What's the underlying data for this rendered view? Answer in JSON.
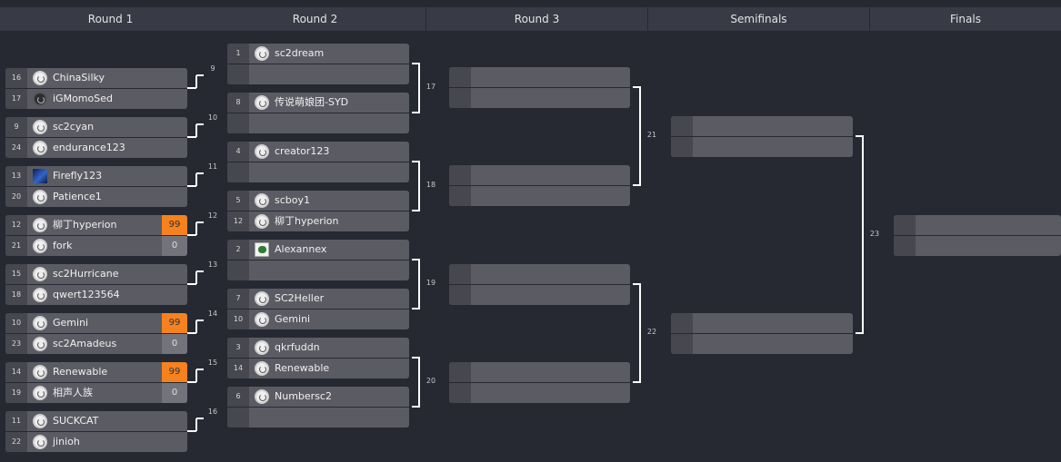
{
  "rounds": [
    "Round 1",
    "Round 2",
    "Round 3",
    "Semifinals",
    "Finals"
  ],
  "round1": [
    {
      "label": "9",
      "p1": {
        "seed": "16",
        "name": "ChinaSilky",
        "icon": "sc2-emblem-icon"
      },
      "p2": {
        "seed": "17",
        "name": "iGMomoSed",
        "icon": "team-logo-icon"
      }
    },
    {
      "label": "10",
      "p1": {
        "seed": "9",
        "name": "sc2cyan",
        "icon": "sc2-emblem-icon"
      },
      "p2": {
        "seed": "24",
        "name": "endurance123",
        "icon": "sc2-emblem-icon"
      }
    },
    {
      "label": "11",
      "p1": {
        "seed": "13",
        "name": "Firefly123",
        "icon": "avatar-icon"
      },
      "p2": {
        "seed": "20",
        "name": "Patience1",
        "icon": "sc2-emblem-icon"
      }
    },
    {
      "label": "12",
      "p1": {
        "seed": "12",
        "name": "柳丁hyperion",
        "icon": "sc2-emblem-icon",
        "score": "99",
        "win": true
      },
      "p2": {
        "seed": "21",
        "name": "fork",
        "icon": "sc2-emblem-icon",
        "score": "0"
      }
    },
    {
      "label": "13",
      "p1": {
        "seed": "15",
        "name": "sc2Hurricane",
        "icon": "sc2-emblem-icon"
      },
      "p2": {
        "seed": "18",
        "name": "qwert123564",
        "icon": "sc2-emblem-icon"
      }
    },
    {
      "label": "14",
      "p1": {
        "seed": "10",
        "name": "Gemini",
        "icon": "sc2-emblem-icon",
        "score": "99",
        "win": true
      },
      "p2": {
        "seed": "23",
        "name": "sc2Amadeus",
        "icon": "sc2-emblem-icon",
        "score": "0"
      }
    },
    {
      "label": "15",
      "p1": {
        "seed": "14",
        "name": "Renewable",
        "icon": "sc2-emblem-icon",
        "score": "99",
        "win": true
      },
      "p2": {
        "seed": "19",
        "name": "相声人族",
        "icon": "sc2-emblem-icon",
        "score": "0"
      }
    },
    {
      "label": "16",
      "p1": {
        "seed": "11",
        "name": "SUCKCAT",
        "icon": "sc2-emblem-icon"
      },
      "p2": {
        "seed": "22",
        "name": "jinioh",
        "icon": "sc2-emblem-icon"
      }
    }
  ],
  "round2": [
    {
      "label": "17",
      "p1": {
        "seed": "1",
        "name": "sc2dream",
        "icon": "sc2-emblem-icon"
      },
      "p2": {
        "seed": "",
        "name": ""
      }
    },
    {
      "label": "17",
      "p1": {
        "seed": "8",
        "name": "传说萌娘团-SYD",
        "icon": "sc2-emblem-icon"
      },
      "p2": {
        "seed": "",
        "name": ""
      }
    },
    {
      "label": "18",
      "p1": {
        "seed": "4",
        "name": "creator123",
        "icon": "sc2-emblem-icon"
      },
      "p2": {
        "seed": "",
        "name": ""
      }
    },
    {
      "label": "18",
      "p1": {
        "seed": "5",
        "name": "scboy1",
        "icon": "sc2-emblem-icon"
      },
      "p2": {
        "seed": "12",
        "name": "柳丁hyperion",
        "icon": "sc2-emblem-icon"
      }
    },
    {
      "label": "19",
      "p1": {
        "seed": "2",
        "name": "Alexannex",
        "icon": "avatar-icon"
      },
      "p2": {
        "seed": "",
        "name": ""
      }
    },
    {
      "label": "19",
      "p1": {
        "seed": "7",
        "name": "SC2Heller",
        "icon": "sc2-emblem-icon"
      },
      "p2": {
        "seed": "10",
        "name": "Gemini",
        "icon": "sc2-emblem-icon"
      }
    },
    {
      "label": "20",
      "p1": {
        "seed": "3",
        "name": "qkrfuddn",
        "icon": "sc2-emblem-icon"
      },
      "p2": {
        "seed": "14",
        "name": "Renewable",
        "icon": "sc2-emblem-icon"
      }
    },
    {
      "label": "20",
      "p1": {
        "seed": "6",
        "name": "Numbersc2",
        "icon": "sc2-emblem-icon"
      },
      "p2": {
        "seed": "",
        "name": ""
      }
    }
  ],
  "round3": [
    {
      "label": "21"
    },
    {
      "label": "21"
    },
    {
      "label": "22"
    },
    {
      "label": "22"
    }
  ],
  "semifinals": [
    {
      "label": "23"
    },
    {
      "label": "23"
    }
  ],
  "finals": [
    {
      "label": ""
    }
  ]
}
